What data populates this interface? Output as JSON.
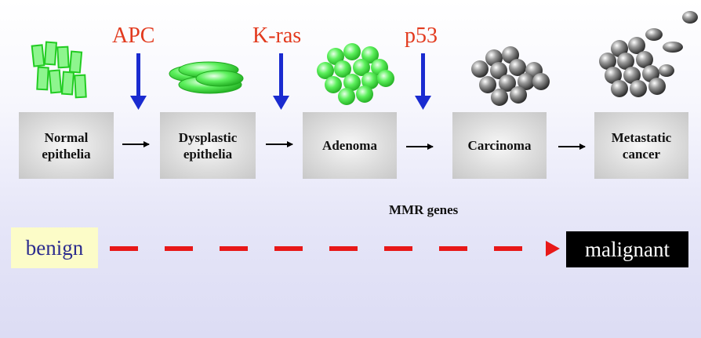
{
  "stages": [
    {
      "label": "Normal\nepithelia"
    },
    {
      "label": "Dysplastic\nepithelia"
    },
    {
      "label": "Adenoma"
    },
    {
      "label": "Carcinoma"
    },
    {
      "label": "Metastatic\ncancer"
    }
  ],
  "genes": [
    "APC",
    "K-ras",
    "p53"
  ],
  "mmr_label": "MMR genes",
  "benign_label": "benign",
  "malignant_label": "malignant",
  "colors": {
    "gene_text": "#e23a1e",
    "gene_arrow": "#1a2bd0",
    "normal_cells": "#3ee83e",
    "cancer_cells": "#8a8a8a",
    "progression_arrow": "#e81818",
    "benign_bg": "#fcfcc8",
    "malignant_bg": "#000000"
  }
}
